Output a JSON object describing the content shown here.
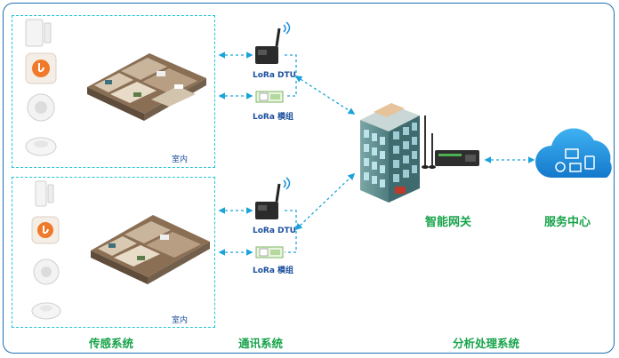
{
  "indoor_label": "室内",
  "dtu_label": "LoRa DTU",
  "module_label": "LoRa 模组",
  "gateway_label": "智能网关",
  "service_label": "服务中心",
  "systems": {
    "sensing": "传感系统",
    "communication": "通讯系统",
    "analysis": "分析处理系统"
  },
  "colors": {
    "frame": "#1f6fb5",
    "panel_border": "#23c4d6",
    "arrow": "#1aa3d9",
    "label_green": "#17a34a",
    "label_blue": "#1b4f9c",
    "cloud": "#1b8fe0"
  },
  "icons": [
    "door-sensor-icon",
    "emergency-button-icon",
    "motion-sensor-icon",
    "smoke-detector-icon",
    "floorplan-image",
    "lora-dtu-icon",
    "lora-module-icon",
    "building-image",
    "gateway-router-icon",
    "cloud-service-icon"
  ]
}
